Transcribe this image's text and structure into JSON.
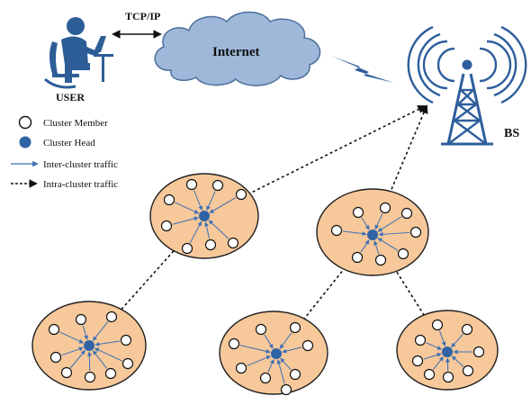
{
  "labels": {
    "tcp_ip": "TCP/IP",
    "internet": "Internet",
    "user": "USER",
    "bs": "BS"
  },
  "legend": {
    "cluster_member": "Cluster Member",
    "cluster_head": "Cluster Head",
    "inter_cluster": "Inter-cluster traffic",
    "intra_cluster": "Intra-cluster traffic"
  },
  "colors": {
    "cluster_fill": "#f6c89a",
    "cluster_stroke": "#1f1f1f",
    "head": "#2f63a6",
    "arrow_blue": "#3a6fb5",
    "cloud_fill": "#9fb8d9",
    "cloud_stroke": "#4c6f9c",
    "tower": "#2e5e9c",
    "user": "#2d5d97"
  },
  "icons": {
    "user": "user-at-computer-icon",
    "internet": "cloud-icon",
    "bs": "antenna-tower-icon",
    "wireless": "lightning-bolt-icon"
  }
}
